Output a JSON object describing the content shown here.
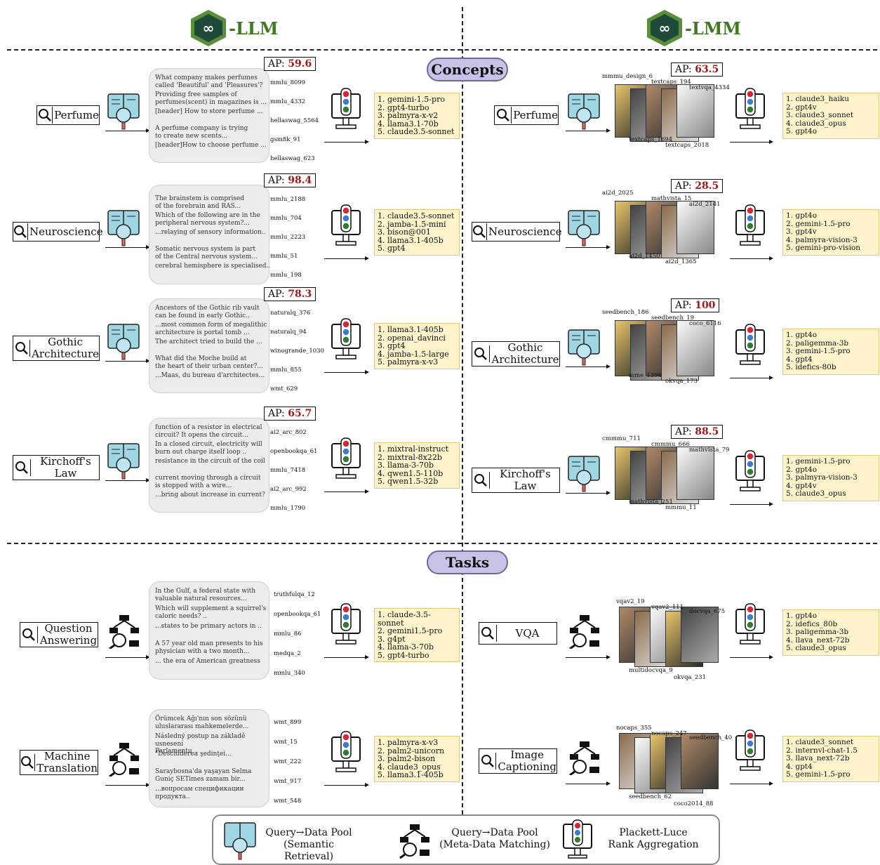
{
  "headers": {
    "left": "-LLM",
    "right": "-LMM"
  },
  "sections": {
    "concepts": "Concepts",
    "tasks": "Tasks"
  },
  "llm_concepts": [
    {
      "query": "Perfume",
      "ap_label": "AP:",
      "ap_value": "59.6",
      "snippets": [
        "What company makes perfumes\ncalled 'Beautiful' and 'Pleasures'?",
        "Providing free samples of\nperfumes(scent) in magazines is ...",
        "[header] How to store perfume ...",
        "A perfume company is trying\nto create new scents...",
        "[header]How to choose perfume ..."
      ],
      "sources": [
        "mmlu_8099",
        "mmlu_4332",
        "hellaswag_5564",
        "gsm8k_91",
        "hellaswag_623"
      ],
      "ranking": [
        "1. gemini-1.5-pro",
        "2. gpt4-turbo",
        "3. palmyra-x-v2",
        "4. llama3.1-70b",
        "5. claude3.5-sonnet"
      ]
    },
    {
      "query": "Neuroscience",
      "ap_label": "AP:",
      "ap_value": "98.4",
      "snippets": [
        "The brainstem is comprised\nof the forebrain and RAS...",
        "Which of the following are in the\nperipheral nervous system?...",
        "...relaying of sensory information..",
        "Somatic nervous system is part\n of the Central nervous system...",
        "cerebral hemisphere is specialised.."
      ],
      "sources": [
        "mmlu_2188",
        "mmlu_704",
        "mmlu_2223",
        "mmlu_51",
        "mmlu_198"
      ],
      "ranking": [
        "1. claude3.5-sonnet",
        "2. jamba-1.5-mini",
        "3. bison@001",
        "4. llama3.1-405b",
        "5. gpt4"
      ]
    },
    {
      "query": "Gothic\nArchitecture",
      "ap_label": "AP:",
      "ap_value": "78.3",
      "snippets": [
        "Ancestors of the Gothic rib vault\ncan be found in early Gothic..",
        "...most common form of megalithic\narchitecture is portal tomb ...",
        "The architect tried to build the ...",
        "What did the Moche build at\nthe heart of their urban center?...",
        "...Maas, du bureau d'architectes..."
      ],
      "sources": [
        "naturalq_376",
        "naturalq_94",
        "winogrande_1030",
        "mmlu_855",
        "wmt_629"
      ],
      "ranking": [
        "1. llama3.1-405b",
        "2. openai_davinci",
        "3. gpt4",
        "4. jamba-1.5-large",
        "5. palmyra-x-v3"
      ]
    },
    {
      "query": "Kirchoff's\nLaw",
      "ap_label": "AP:",
      "ap_value": "65.7",
      "snippets": [
        "function of a resistor in electrical\ncircuit? It opens the circuit...",
        "In a closed circuit, electricity will\nburn out charge itself loop ..",
        "resistance in the circuit of the coil",
        "current moving through a circuit\nis stopped with a wire...",
        "...bring about increase in current?"
      ],
      "sources": [
        "ai2_arc_802",
        "openbookqa_61",
        "mmlu_7418",
        "ai2_arc_992",
        "mmlu_1790"
      ],
      "ranking": [
        "1. mixtral-instruct",
        "2. mixtral-8x22b",
        "3. llama-3-70b",
        "4. qwen1.5-110b",
        "5. qwen1.5-32b"
      ]
    }
  ],
  "lmm_concepts": [
    {
      "query": "Perfume",
      "ap_label": "AP:",
      "ap_value": "63.5",
      "image_labels": [
        "mmmu_design_6",
        "textcaps_194",
        "textvqa_4334",
        "textcaps_1694",
        "textcaps_2018"
      ],
      "ranking": [
        "1. claude3_haiku",
        "2. gpt4v",
        "3. claude3_sonnet",
        "4. claude3_opus",
        "5. gpt4o"
      ]
    },
    {
      "query": "Neuroscience",
      "ap_label": "AP:",
      "ap_value": "28.5",
      "image_labels": [
        "ai2d_2025",
        "mathvista_15",
        "ai2d_2141",
        "ai2d_1450",
        "ai2d_1365"
      ],
      "ranking": [
        "1. gpt4o",
        "2. gemini-1.5-pro",
        "3. gpt4v",
        "4. palmyra-vision-3",
        "5. gemini-pro-vision"
      ]
    },
    {
      "query": "Gothic\nArchitecture",
      "ap_label": "AP:",
      "ap_value": "100",
      "image_labels": [
        "seedbench_186",
        "seedbench_19",
        "coco_6116",
        "mme_1396",
        "okvqa_173"
      ],
      "ranking": [
        "1. gpt4o",
        "2. paligemma-3b",
        "3. gemini-1.5-pro",
        "4. gpt4",
        "5. idefics-80b"
      ]
    },
    {
      "query": "Kirchoff's\nLaw",
      "ap_label": "AP:",
      "ap_value": "88.5",
      "image_labels": [
        "cmmmu_711",
        "cmmmu_666",
        "mathvista_79",
        "mathvista_251",
        "mmmu_11"
      ],
      "ranking": [
        "1. gemini-1.5-pro",
        "2. gpt4o",
        "3. palmyra-vision-3",
        "4. gpt4v",
        "5. claude3_opus"
      ]
    }
  ],
  "llm_tasks": [
    {
      "query": "Question\nAnswering",
      "snippets": [
        "In the Gulf, a federal state with\nvaluable natural resources...",
        "Which will supplement a squirrel's\ncaloric needs? ..",
        "...states to be primary actors in ..",
        "A 57 year old man presents to his\nphysician with a two month...",
        "... the era of American greatness"
      ],
      "sources": [
        "truthfulqa_12",
        "openbookqa_61",
        "mmlu_86",
        "medqa_2",
        "mmlu_340"
      ],
      "ranking": [
        "1. claude-3.5-sonnet",
        "2. gemini1.5-pro",
        "3. g4pt",
        "4. llama-3-70b",
        "5. gpt4-turbo"
      ]
    },
    {
      "query": "Machine\nTranslation",
      "snippets": [
        "Örümcek Ağı'nın son sözünü\nuluslararası mahkemelerde...",
        "Následný postup na základě usnesení\nParlamentu ..",
        "\"Deschiderea şedinţei...",
        "Saraybosna'da yaşayan Selma\nGuniç SETimes zamam bir...",
        "...вопросам спецификации продукта.."
      ],
      "sources": [
        "wmt_899",
        "wmt_15",
        "wmt_222",
        "wmt_917",
        "wmt_548"
      ],
      "ranking": [
        "1. palmyra-x-v3",
        "2. palm2-unicorn",
        "3. palm2-bison",
        "4. claude3_opus",
        "5. llama3.1-405b"
      ]
    }
  ],
  "lmm_tasks": [
    {
      "query": "VQA",
      "image_labels": [
        "vqav2_19",
        "vqav2_111",
        "docvqa_675",
        "multidocvqa_9",
        "okvqa_231"
      ],
      "ranking": [
        "1. gpt4o",
        "2. idefics_80b",
        "3. paligemma-3b",
        "4. llava_next-72b",
        "5. claude3_opus"
      ]
    },
    {
      "query": "Image\nCaptioning",
      "image_labels": [
        "nocaps_355",
        "nocaps_247",
        "seedbench_40",
        "seedbench_62",
        "coco2014_88"
      ],
      "ranking": [
        "1. claude3_sonnet",
        "2. internvl-chat-1.5",
        "3. llava_next-72b",
        "4. gpt4",
        "5. gemini-1.5-pro"
      ]
    }
  ],
  "legend": {
    "semantic": "Query→Data Pool\n(Semantic Retrieval)",
    "metadata": "Query→Data Pool\n(Meta-Data Matching)",
    "aggregation": "Plackett-Luce\nRank Aggregation"
  },
  "colors": {
    "ap": "#a01818",
    "rank_bg": "#fff3cc",
    "pill": "#c8c2e6",
    "logo_green": "#3f7a1f",
    "logo_hex": "#1f4a3a"
  }
}
